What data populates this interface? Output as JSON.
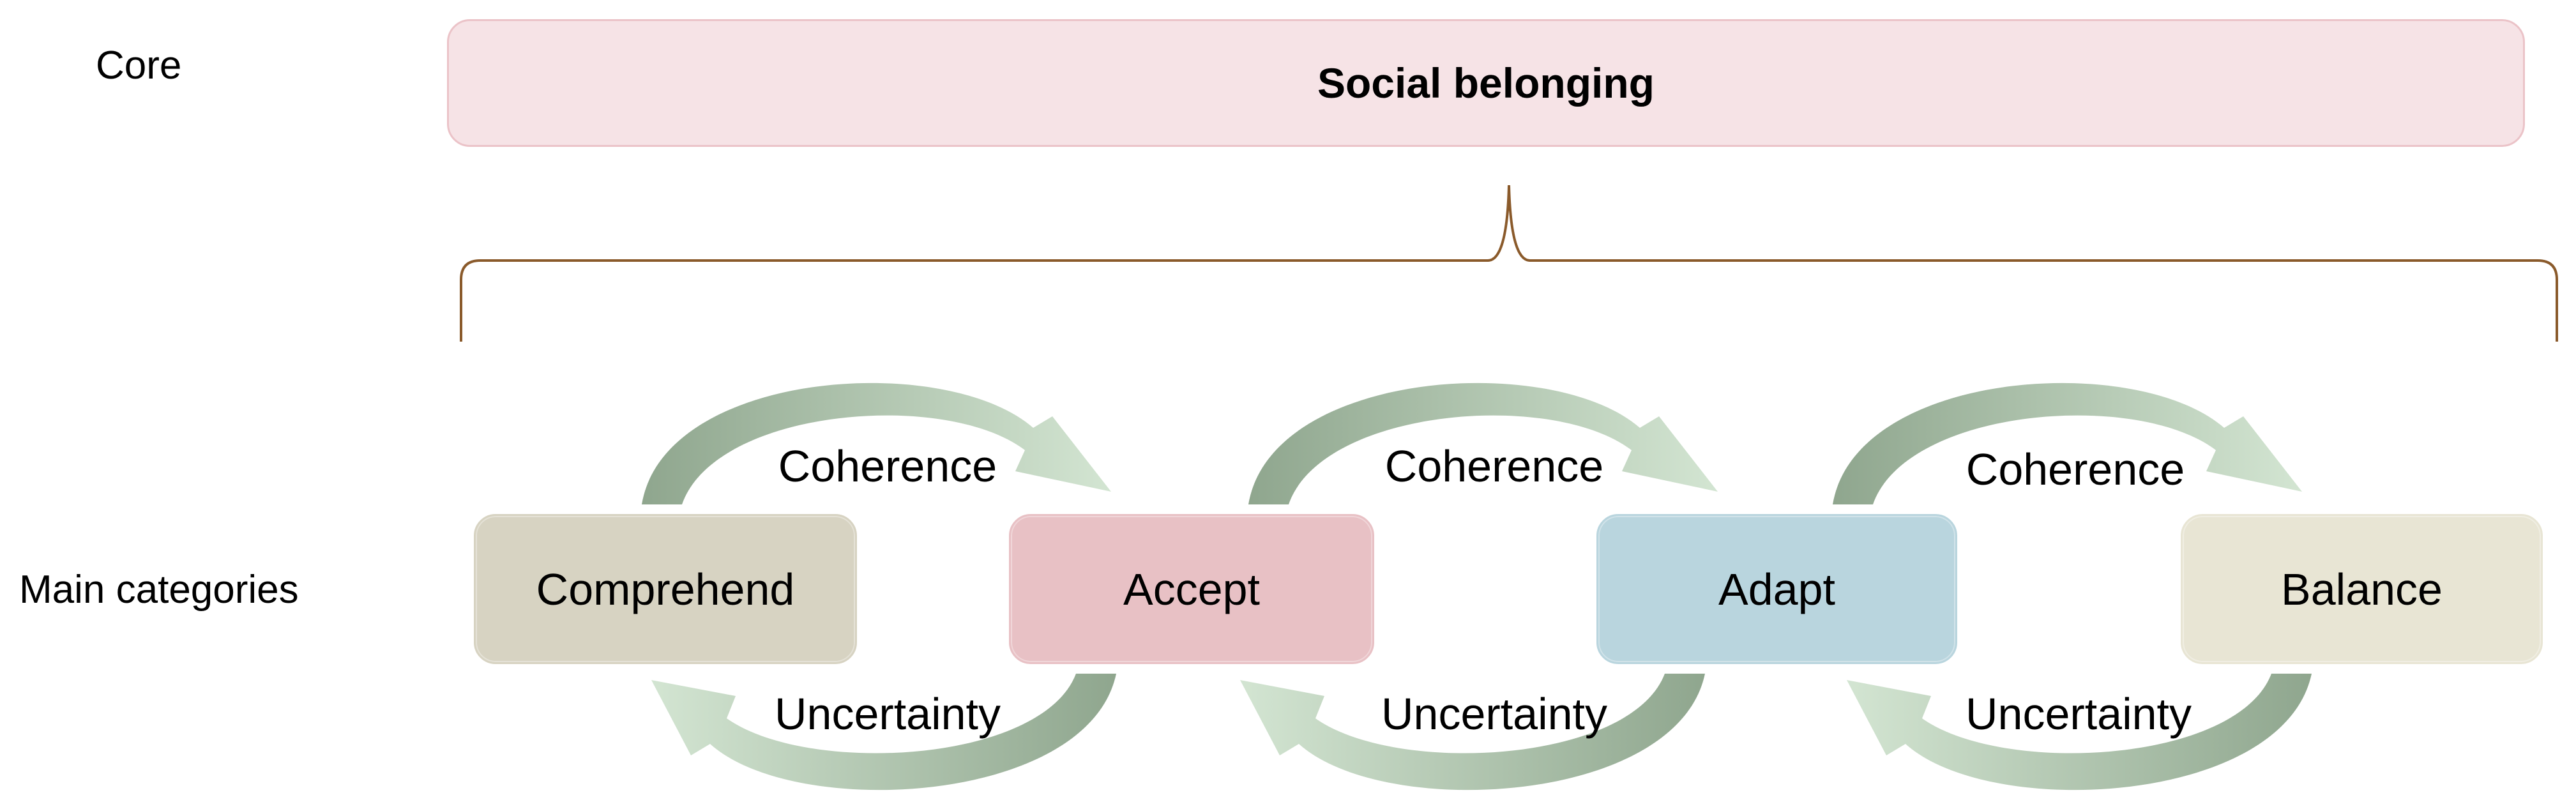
{
  "rows": {
    "core_label": "Core",
    "main_label": "Main categories"
  },
  "core": {
    "title": "Social belonging",
    "fill": "#f6e3e6",
    "border": "#ebc3c8"
  },
  "categories": [
    {
      "label": "Comprehend",
      "fill": "#d7d3c2"
    },
    {
      "label": "Accept",
      "fill": "#e8c1c5"
    },
    {
      "label": "Adapt",
      "fill": "#b9d5de"
    },
    {
      "label": "Balance",
      "fill": "#e8e5d4"
    }
  ],
  "relations": [
    {
      "top": "Coherence",
      "bottom": "Uncertainty"
    },
    {
      "top": "Coherence",
      "bottom": "Uncertainty"
    },
    {
      "top": "Coherence",
      "bottom": "Uncertainty"
    }
  ],
  "colors": {
    "brace": "#8a5a2b",
    "arrow_dark": "#8fa68e",
    "arrow_light": "#d3e5d2"
  }
}
